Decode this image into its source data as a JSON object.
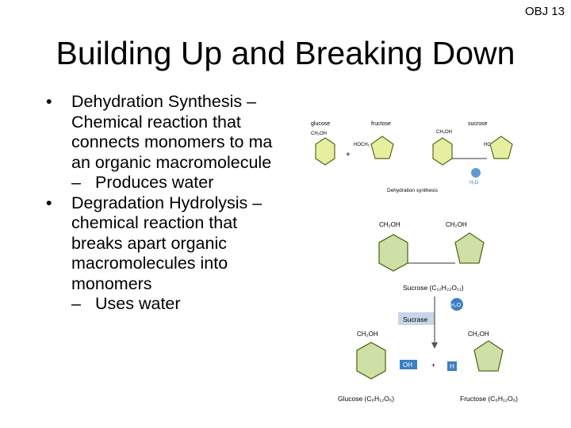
{
  "slide": {
    "tag": "OBJ 13",
    "title": "Building Up and Breaking Down",
    "bullets": [
      {
        "text_lines": [
          "Dehydration Synthesis –",
          "Chemical reaction that",
          "connects monomers to ma",
          "an organic macromolecule"
        ],
        "sub": "Produces water"
      },
      {
        "text_lines": [
          "Degradation Hydrolysis –",
          "chemical reaction that",
          "breaks apart organic",
          "macromolecules into",
          "monomers"
        ],
        "sub": "Uses water"
      }
    ]
  },
  "figure_top": {
    "glucose": "glucose",
    "fructose": "fructose",
    "sucrose": "sucrose",
    "ch2oh": "CH₂OH",
    "hoch2": "HOCH₂",
    "plus": "+",
    "caption": "Dehydration synthesis",
    "water": "H₂O"
  },
  "figure_bottom": {
    "sucrose_label": "Sucrose (C₁₂H₂₂O₁₁)",
    "enzyme": "Sucrase",
    "water": "H₂O",
    "glucose_label": "Glucose (C₆H₁₂O₆)",
    "fructose_label": "Fructose (C₆H₁₂O₆)",
    "oh": "OH",
    "h": "H",
    "plus": "+"
  },
  "colors": {
    "ring_fill": "#e8eea0",
    "ring_stroke": "#556b1a",
    "ring_fill_green": "#cfe0a6",
    "water": "#3b7fc4",
    "sucrase": "#c8d6ea"
  }
}
